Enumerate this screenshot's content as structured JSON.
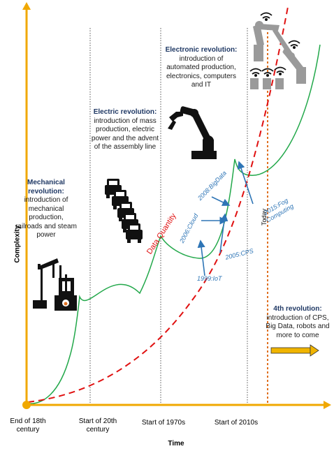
{
  "axes": {
    "y_title": "Complexity",
    "x_title": "Time",
    "x_ticks": [
      "End of 18th century",
      "Start of 20th century",
      "Start of 1970s",
      "Start of 2010s"
    ]
  },
  "eras": [
    {
      "title": "Mechanical revolution",
      "body": "introduction of mechanical production, railroads and steam power"
    },
    {
      "title": "Electric revolution",
      "body": "introduction of mass production, electric power and the advent of the assembly line"
    },
    {
      "title": "Electronic revolution",
      "body": "introduction of automated production, electronics, computers and IT"
    },
    {
      "title": "4th revolution",
      "body": "introduction of CPS, Big Data, robots and more to come"
    }
  ],
  "annotations": {
    "data_quantity": "Data Quantity",
    "today": "Today",
    "milestones": [
      "1999:IoT",
      "2005:CPS",
      "2006:Cloud",
      "2008:BigData",
      "2015:Fog Computing"
    ]
  },
  "colors": {
    "axis": "#f0a800",
    "complexity_curve": "#22a84a",
    "data_curve": "#e01010",
    "today_line": "#e07020",
    "milestone_arrows": "#2e75b6",
    "era_title": "#1f3864"
  },
  "icons": [
    "steam-engine-icon",
    "cars-assembly-line-icon",
    "robot-arm-icon",
    "connected-robots-icon",
    "arrow-right-icon"
  ]
}
